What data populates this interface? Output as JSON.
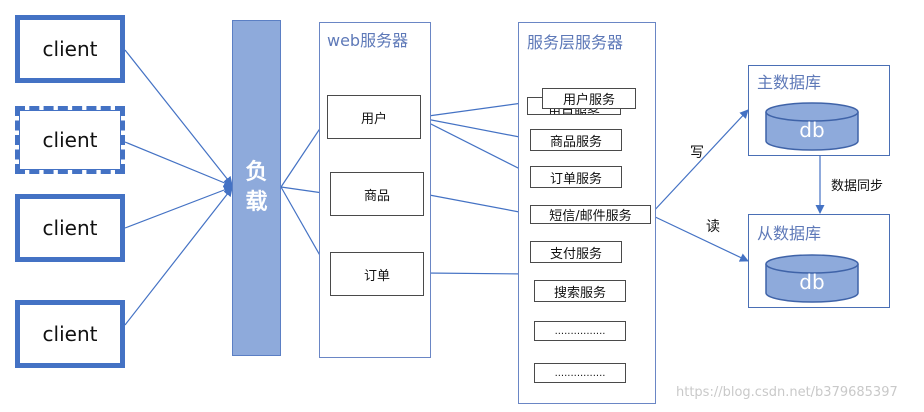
{
  "clients": [
    "client",
    "client",
    "client",
    "client"
  ],
  "load_balancer": {
    "chars": [
      "负",
      "载"
    ]
  },
  "web_server": {
    "title": "web服务器",
    "items": [
      "用户",
      "商品",
      "订单"
    ]
  },
  "service_layer": {
    "title": "服务层服务器",
    "hidden_item": "用户服务",
    "items": [
      "用户服务",
      "商品服务",
      "订单服务",
      "短信/邮件服务",
      "支付服务",
      "搜索服务",
      "................",
      "................"
    ]
  },
  "databases": {
    "master": {
      "title": "主数据库",
      "db_label": "db"
    },
    "slave": {
      "title": "从数据库",
      "db_label": "db"
    }
  },
  "labels": {
    "write": "写",
    "read": "读",
    "sync": "数据同步"
  },
  "watermark": "https://blog.csdn.net/b379685397",
  "colors": {
    "accent": "#4472c4",
    "lb_fill": "#8eaadb",
    "db_fill": "#8eaadb",
    "arrow": "#4472c4"
  }
}
